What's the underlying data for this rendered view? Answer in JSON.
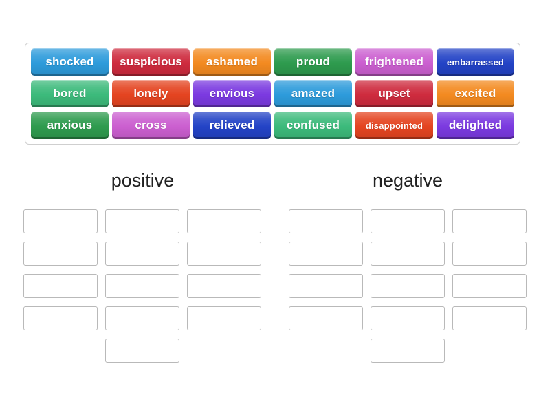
{
  "word_bank": {
    "colors": {
      "blue": "#2d9bdb",
      "crimson": "#ce2b3e",
      "orange": "#f38a20",
      "green": "#2e9b4e",
      "orchid": "#cb5fd0",
      "royal": "#2343c6",
      "seagreen": "#3cba7b",
      "vermillion": "#e44420",
      "purple": "#7b3ae0"
    },
    "tiles": [
      {
        "label": "shocked",
        "color": "blue"
      },
      {
        "label": "suspicious",
        "color": "crimson"
      },
      {
        "label": "ashamed",
        "color": "orange"
      },
      {
        "label": "proud",
        "color": "green"
      },
      {
        "label": "frightened",
        "color": "orchid"
      },
      {
        "label": "embarrassed",
        "color": "royal",
        "small": true
      },
      {
        "label": "bored",
        "color": "seagreen"
      },
      {
        "label": "lonely",
        "color": "vermillion"
      },
      {
        "label": "envious",
        "color": "purple"
      },
      {
        "label": "amazed",
        "color": "blue"
      },
      {
        "label": "upset",
        "color": "crimson"
      },
      {
        "label": "excited",
        "color": "orange"
      },
      {
        "label": "anxious",
        "color": "green"
      },
      {
        "label": "cross",
        "color": "orchid"
      },
      {
        "label": "relieved",
        "color": "royal"
      },
      {
        "label": "confused",
        "color": "seagreen"
      },
      {
        "label": "disappointed",
        "color": "vermillion",
        "small": true
      },
      {
        "label": "delighted",
        "color": "purple"
      }
    ]
  },
  "groups": [
    {
      "label": "positive",
      "slot_count": 13
    },
    {
      "label": "negative",
      "slot_count": 13
    }
  ]
}
